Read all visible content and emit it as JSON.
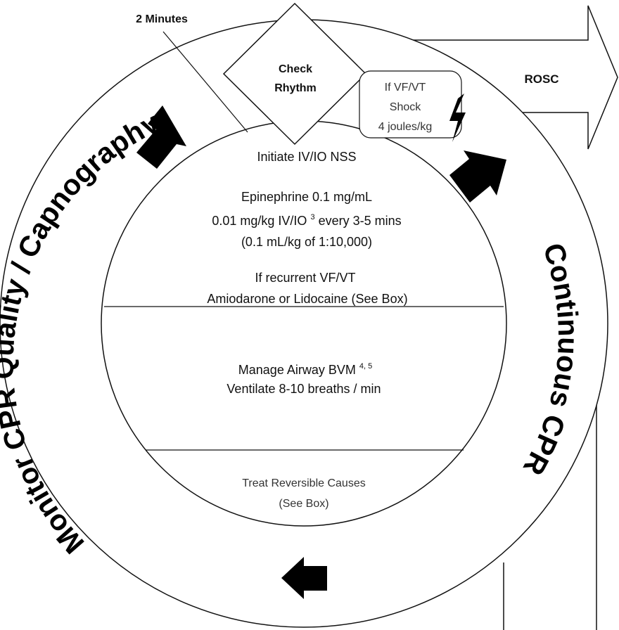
{
  "labels": {
    "two_minutes": "2 Minutes",
    "check_rhythm_line1": "Check",
    "check_rhythm_line2": "Rhythm",
    "shock_line1": "If VF/VT",
    "shock_line2": "Shock",
    "shock_line3": "4 joules/kg",
    "rosc": "ROSC"
  },
  "ring": {
    "left_label": "Monitor CPR Quality / Capnography",
    "right_label": "Continuous CPR"
  },
  "center": {
    "iv_io": "Initiate IV/IO NSS",
    "epi_line1": "Epinephrine 0.1 mg/mL",
    "epi_line2_pre": "0.01 mg/kg IV/IO ",
    "epi_line2_sup": "3",
    "epi_line2_post": " every 3-5 mins",
    "epi_line3": "(0.1 mL/kg of 1:10,000)",
    "vf_line1": "If recurrent VF/VT",
    "vf_line2": "Amiodarone or Lidocaine (See Box)",
    "airway_pre": "Manage Airway BVM ",
    "airway_sup": "4, 5",
    "airway_line2": "Ventilate 8-10 breaths / min",
    "causes_line1": "Treat Reversible Causes",
    "causes_line2": "(See Box)"
  },
  "colors": {
    "line": "#111111",
    "arrow_fill": "#000000",
    "background": "#ffffff"
  }
}
